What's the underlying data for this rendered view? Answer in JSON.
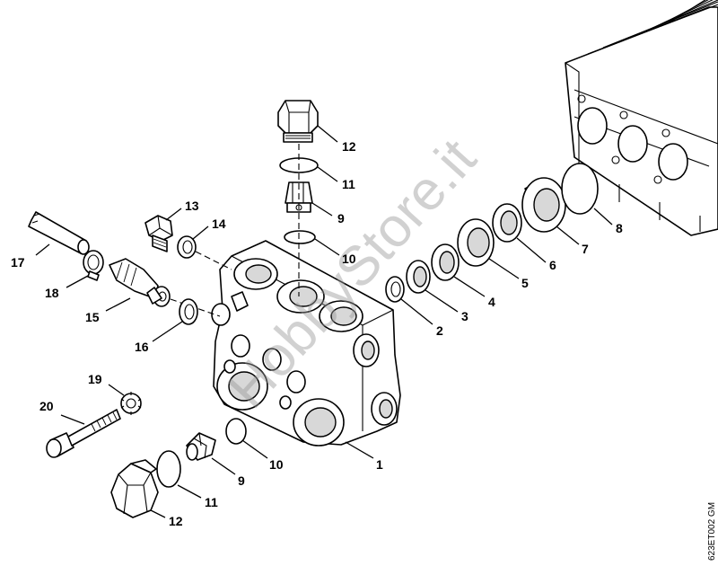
{
  "watermark": "HobbyStore.it",
  "doc_id": "623ET002 GM",
  "callouts": {
    "c12_top": "12",
    "c11_top": "11",
    "c9_top": "9",
    "c10_top": "10",
    "c13": "13",
    "c14": "14",
    "c17": "17",
    "c18": "18",
    "c15": "15",
    "c16": "16",
    "c2": "2",
    "c3": "3",
    "c4": "4",
    "c5": "5",
    "c6": "6",
    "c7": "7",
    "c8": "8",
    "c1": "1",
    "c19": "19",
    "c20": "20",
    "c10_bot": "10",
    "c9_bot": "9",
    "c11_bot": "11",
    "c12_bot": "12"
  }
}
